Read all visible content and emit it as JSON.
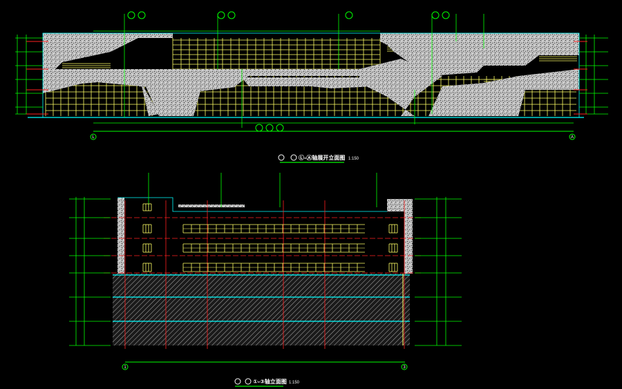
{
  "drawing_1": {
    "title": "Ⓛ-Ⓐ轴展开立面图",
    "scale": "1:150",
    "axis_left": "L",
    "axis_right": "A"
  },
  "drawing_2": {
    "title": "①-③轴立面图",
    "scale": "1:150",
    "axis_left": "1",
    "axis_right": "3"
  },
  "colors": {
    "background": "#000000",
    "dimension": "#00ff00",
    "glazing": "#ffff66",
    "axis_line": "#ff2020",
    "outline": "#00ffff",
    "facade": "#b4b4b4"
  }
}
